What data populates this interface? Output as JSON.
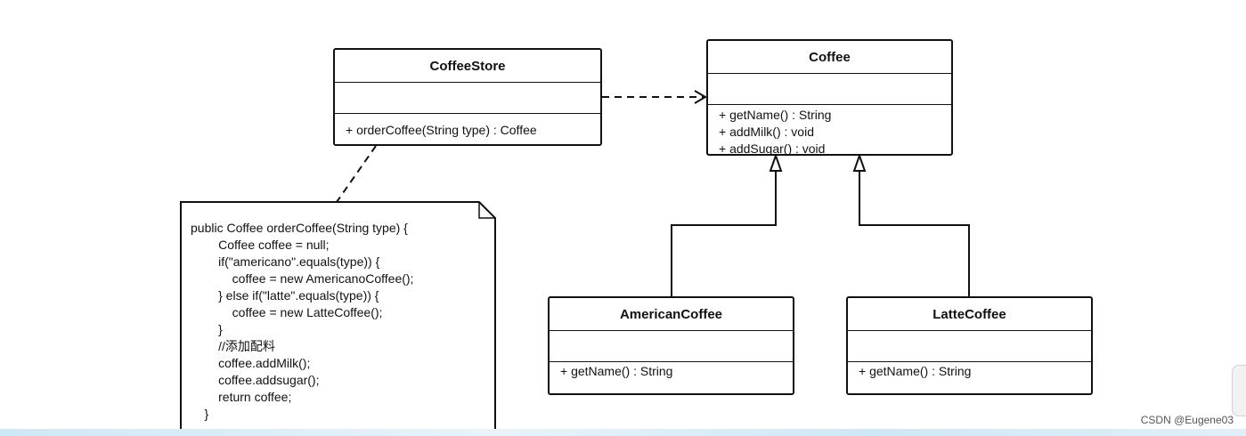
{
  "classes": {
    "coffee_store": {
      "name": "CoffeeStore",
      "methods": [
        "+ orderCoffee(String type) : Coffee"
      ]
    },
    "coffee": {
      "name": "Coffee",
      "methods": [
        "+ getName() : String",
        "+ addMilk() : void",
        "+ addSugar() : void"
      ]
    },
    "american_coffee": {
      "name": "AmericanCoffee",
      "methods": [
        "+ getName() : String"
      ]
    },
    "latte_coffee": {
      "name": "LatteCoffee",
      "methods": [
        "+ getName() : String"
      ]
    }
  },
  "note": {
    "lines": [
      "public Coffee orderCoffee(String type) {",
      "        Coffee coffee = null;",
      "        if(\"americano\".equals(type)) {",
      "            coffee = new AmericanoCoffee();",
      "        } else if(\"latte\".equals(type)) {",
      "            coffee = new LatteCoffee();",
      "        }",
      "        //添加配料",
      "        coffee.addMilk();",
      "        coffee.addsugar();",
      "        return coffee;",
      "    }"
    ]
  },
  "relations": [
    {
      "from": "CoffeeStore",
      "to": "Coffee",
      "kind": "dependency"
    },
    {
      "from": "AmericanCoffee",
      "to": "Coffee",
      "kind": "generalization"
    },
    {
      "from": "LatteCoffee",
      "to": "Coffee",
      "kind": "generalization"
    }
  ],
  "watermark": "CSDN @Eugene03"
}
